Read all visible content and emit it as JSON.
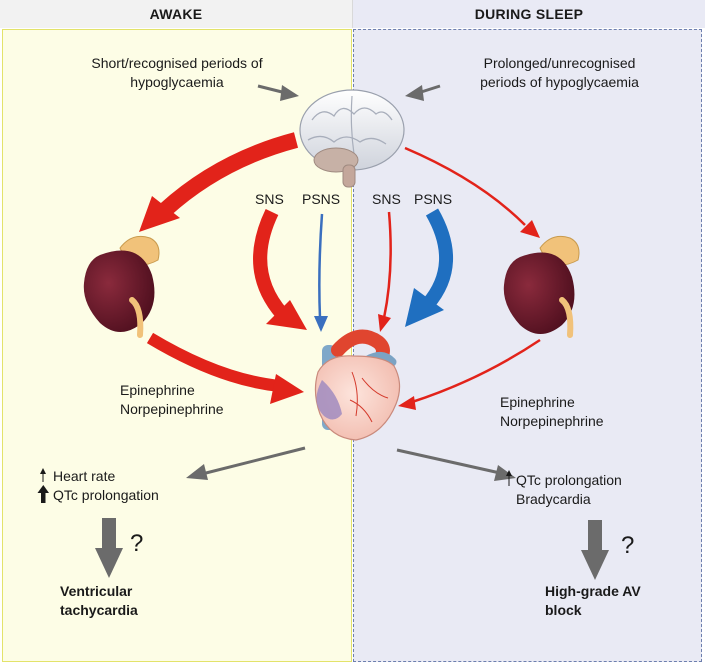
{
  "headers": {
    "awake": "AWAKE",
    "sleep": "DURING SLEEP"
  },
  "awake": {
    "trigger": [
      "Short/recognised periods of",
      "hypoglycaemia"
    ],
    "sns": "SNS",
    "psns": "PSNS",
    "hormones": [
      "Epinephrine",
      "Norpepinephrine"
    ],
    "effects": [
      "Heart rate",
      "QTc prolongation"
    ],
    "question": "?",
    "outcome": [
      "Ventricular",
      "tachycardia"
    ]
  },
  "sleep": {
    "trigger": [
      "Prolonged/unrecognised",
      "periods of hypoglycaemia"
    ],
    "sns": "SNS",
    "psns": "PSNS",
    "hormones": [
      "Epinephrine",
      "Norpepinephrine"
    ],
    "effects": [
      "QTc prolongation",
      "Bradycardia"
    ],
    "question": "?",
    "outcome": [
      "High-grade AV",
      "block"
    ]
  },
  "colors": {
    "sympathetic_arrow": "#e2231a",
    "parasympathetic_arrow": "#1f6fc0",
    "neutral_arrow": "#6b6b6b",
    "awake_panel": "#fdfde6",
    "sleep_panel": "#e9eaf4"
  },
  "icons": [
    "brain-icon",
    "adrenal-kidney-icon",
    "heart-icon"
  ]
}
